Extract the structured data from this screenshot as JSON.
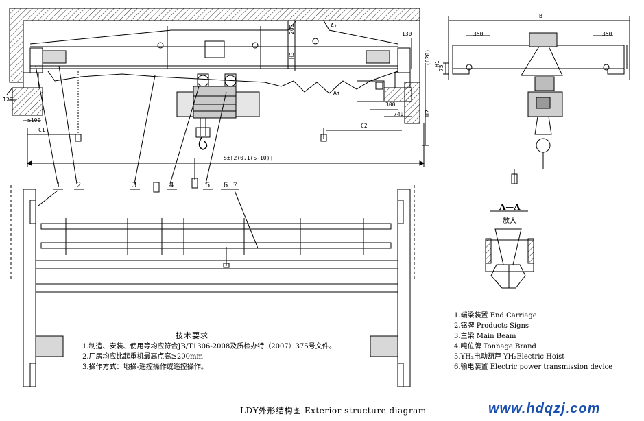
{
  "caption": "LDY外形结构图 Exterior structure diagram",
  "website": "www.hdqzj.com",
  "technical_notes": {
    "title": "技术要求",
    "items": [
      "1.制造、安装、使用等均应符合JB/T1306-2008及质检办特（2007）375号文件。",
      "2.厂房均应比起重机最高点高≥200mm",
      "3.操作方式：地操-遥控操作或遥控操作。"
    ]
  },
  "legend": [
    "1.端梁装置 End Carriage",
    "2.铭牌 Products Signs",
    "3.主梁 Main Beam",
    "4.吨位牌 Tonnage Brand",
    "5.YH₂电动葫芦 YH₂Electric Hoist",
    "6.输电装置 Electric power transmission device"
  ],
  "section_view": {
    "title": "A—A",
    "subtitle": "放大"
  },
  "callout_numbers": [
    "1",
    "2",
    "3",
    "4",
    "5",
    "6",
    "7"
  ],
  "dimensions": {
    "span": "S±[2+0.1(S-10)]",
    "c1": "C1",
    "c2": "C2",
    "d_ge100": "≥100",
    "d120": "120",
    "d200": "200",
    "h3": "H3",
    "d130": "130",
    "d620": "(620)",
    "h1": "H1",
    "d300": "300",
    "d740": "740",
    "h2": "H2",
    "b": "B",
    "d350_left": "350",
    "d350_right": "350",
    "d75": "75",
    "section_mark_top": "A↑",
    "section_mark_bottom": "A↑"
  }
}
